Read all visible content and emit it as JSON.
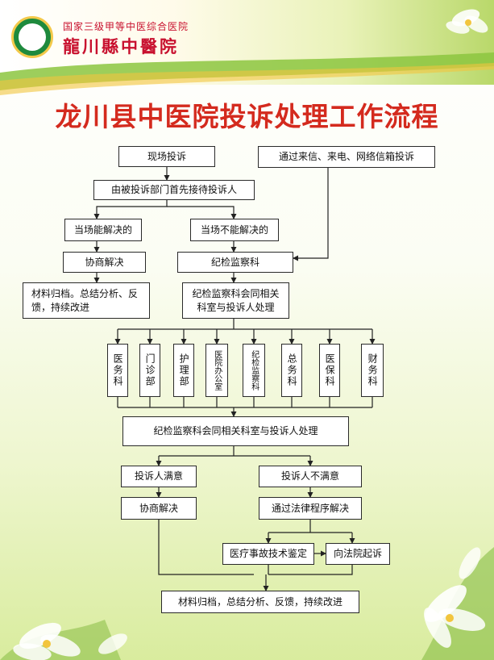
{
  "header": {
    "subtitle": "国家三级甲等中医综合医院",
    "name": "龍川縣中醫院"
  },
  "title": "龙川县中医院投诉处理工作流程",
  "colors": {
    "title_red": "#d42a1e",
    "leaf_green": "#7fb83a",
    "box_border": "#2a2a2a"
  },
  "flow": {
    "onsite": "现场投诉",
    "remote": "通过来信、来电、网络信箱投诉",
    "first_receive": "由被投诉部门首先接待投诉人",
    "solvable": "当场能解决的",
    "unsolvable": "当场不能解决的",
    "negotiate": "协商解决",
    "discipline": "纪检监察科",
    "archive_left": "材料归档。总结分析、反馈，持续改进",
    "joint_handle": "纪检监察科会同相关科室与投诉人处理",
    "departments": [
      "医务科",
      "门诊部",
      "护理部",
      "医院办公室",
      "纪检监察科",
      "总务科",
      "医保科",
      "财务科"
    ],
    "joint_handle_2": "纪检监察科会同相关科室与投诉人处理",
    "satisfied": "投诉人满意",
    "unsatisfied": "投诉人不满意",
    "negotiate_2": "协商解决",
    "legal": "通过法律程序解决",
    "medical_appraisal": "医疗事故技术鉴定",
    "court": "向法院起诉",
    "archive_final": "材料归档，总结分析、反馈，持续改进"
  }
}
